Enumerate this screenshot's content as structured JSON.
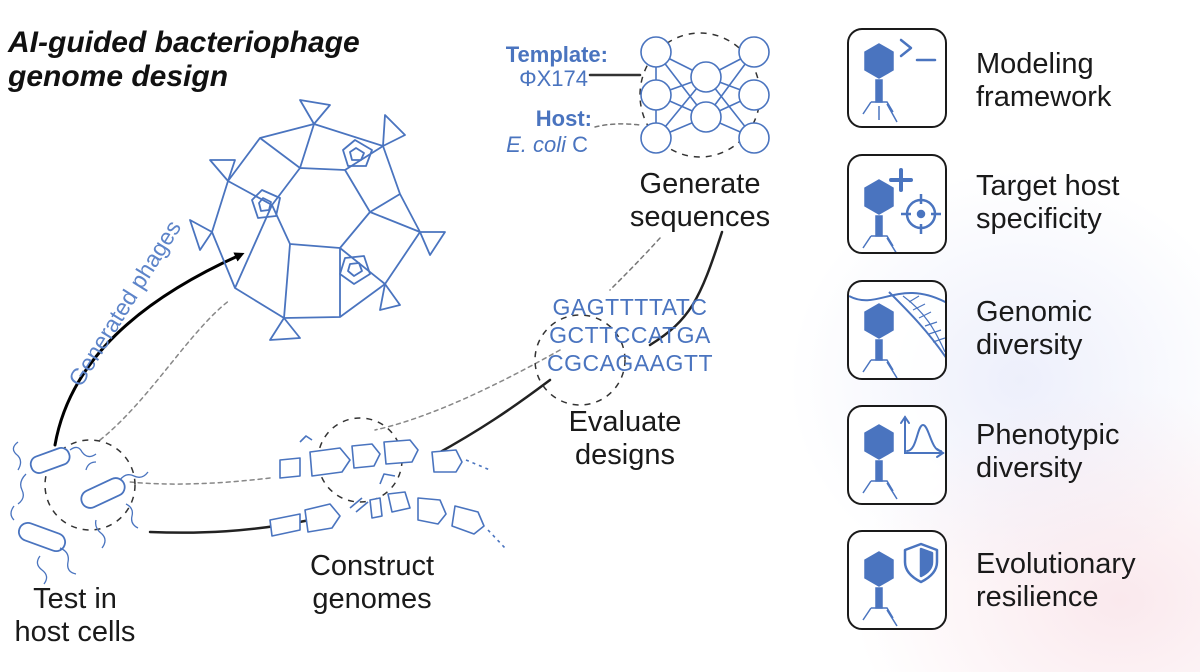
{
  "title": "AI-guided bacteriophage\ngenome design",
  "template_label": "Template:",
  "template_value": "ΦX174",
  "host_label": "Host:",
  "host_value_species": "E. coli",
  "host_value_strain": " C",
  "steps": {
    "generate": "Generate\nsequences",
    "evaluate": "Evaluate\ndesigns",
    "construct": "Construct\ngenomes",
    "test": "Test in\nhost cells"
  },
  "arrow_label": "Generated phages",
  "sequences": [
    "GAGTTTTATC",
    "GCTTCCATGA",
    "CGCAGAAGTT"
  ],
  "features": [
    {
      "label": "Modeling\nframework",
      "icon": "terminal-icon"
    },
    {
      "label": "Target host\nspecificity",
      "icon": "target-crosshair-icon"
    },
    {
      "label": "Genomic\ndiversity",
      "icon": "dna-helix-icon"
    },
    {
      "label": "Phenotypic\ndiversity",
      "icon": "distribution-plot-icon"
    },
    {
      "label": "Evolutionary\nresilience",
      "icon": "shield-icon"
    }
  ],
  "colors": {
    "accent": "#4a74bf",
    "text": "#1a1a1a"
  }
}
